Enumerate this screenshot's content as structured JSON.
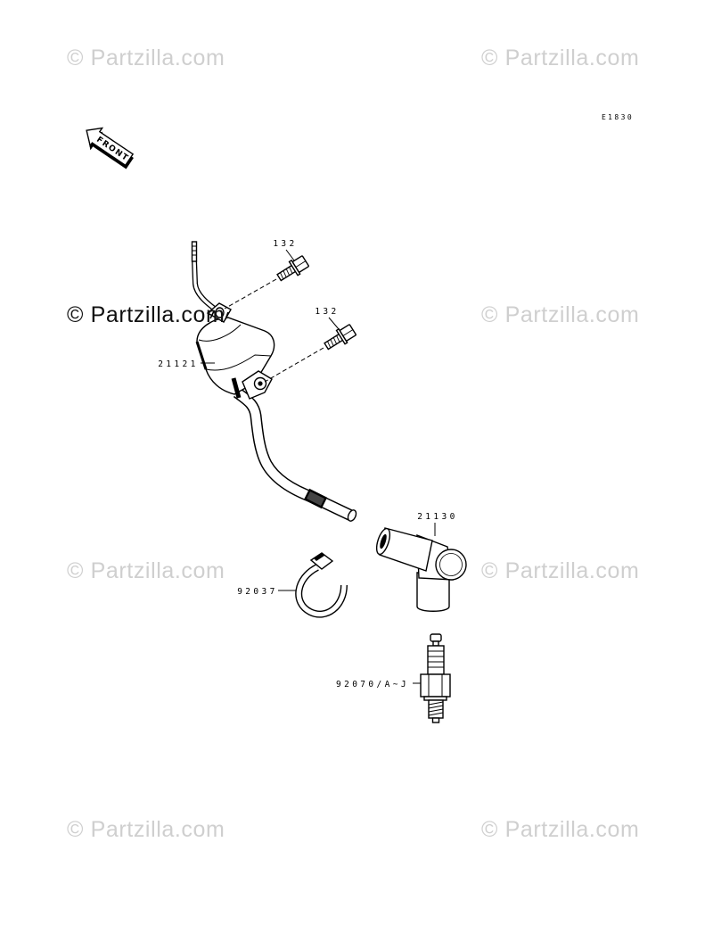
{
  "watermark": {
    "text": "© Partzilla.com"
  },
  "diagram": {
    "code": "E1830"
  },
  "front_arrow": {
    "label": "FRONT"
  },
  "callouts": {
    "upper_bolt": "132",
    "lower_bolt": "132",
    "ignition_coil": "21121",
    "spark_plug_cap": "21130",
    "cable_band": "92037",
    "spark_plug": "92070/A~J"
  },
  "colors": {
    "background": "#ffffff",
    "line": "#000000",
    "watermark": "#cfcfcf",
    "watermark_emphasis": "#111111"
  }
}
